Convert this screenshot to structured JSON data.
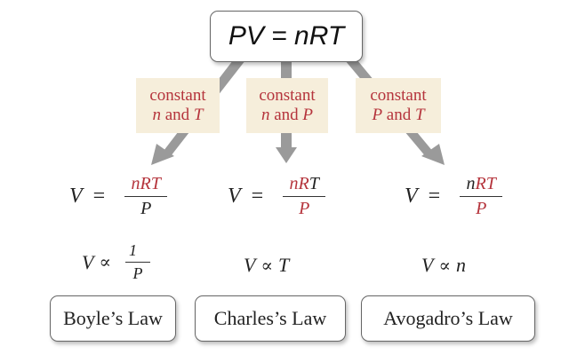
{
  "diagram": {
    "root": {
      "equation": "PV = nRT"
    },
    "branches": [
      {
        "condition_line1": "constant",
        "condition_var1": "n",
        "condition_and": " and ",
        "condition_var2": "T",
        "equation_lhs": "V",
        "equation_op": "=",
        "equation_num": "nRT",
        "equation_den": "P",
        "proportional_lhs": "V",
        "proportional_sym": "∝",
        "proportional_num": "1",
        "proportional_den": "P",
        "law": "Boyle’s Law"
      },
      {
        "condition_line1": "constant",
        "condition_var1": "n",
        "condition_and": " and ",
        "condition_var2": "P",
        "equation_lhs": "V",
        "equation_op": "=",
        "equation_num_black": "nR",
        "equation_num_red_prefix": "n",
        "equation_num_red_mid": "R",
        "equation_num_T": "T",
        "equation_den": "P",
        "proportional_lhs": "V",
        "proportional_sym": "∝",
        "proportional_rhs": "T",
        "law": "Charles’s Law"
      },
      {
        "condition_line1": "constant",
        "condition_var1": "P",
        "condition_and": " and ",
        "condition_var2": "T",
        "equation_lhs": "V",
        "equation_op": "=",
        "equation_num_n": "n",
        "equation_num_RT": "RT",
        "equation_den": "P",
        "proportional_lhs": "V",
        "proportional_sym": "∝",
        "proportional_rhs": "n",
        "law": "Avogadro’s Law"
      }
    ],
    "colors": {
      "highlight": "#b5343c",
      "condition_bg": "#f6eedb",
      "arrow": "#9a9a9a"
    }
  }
}
